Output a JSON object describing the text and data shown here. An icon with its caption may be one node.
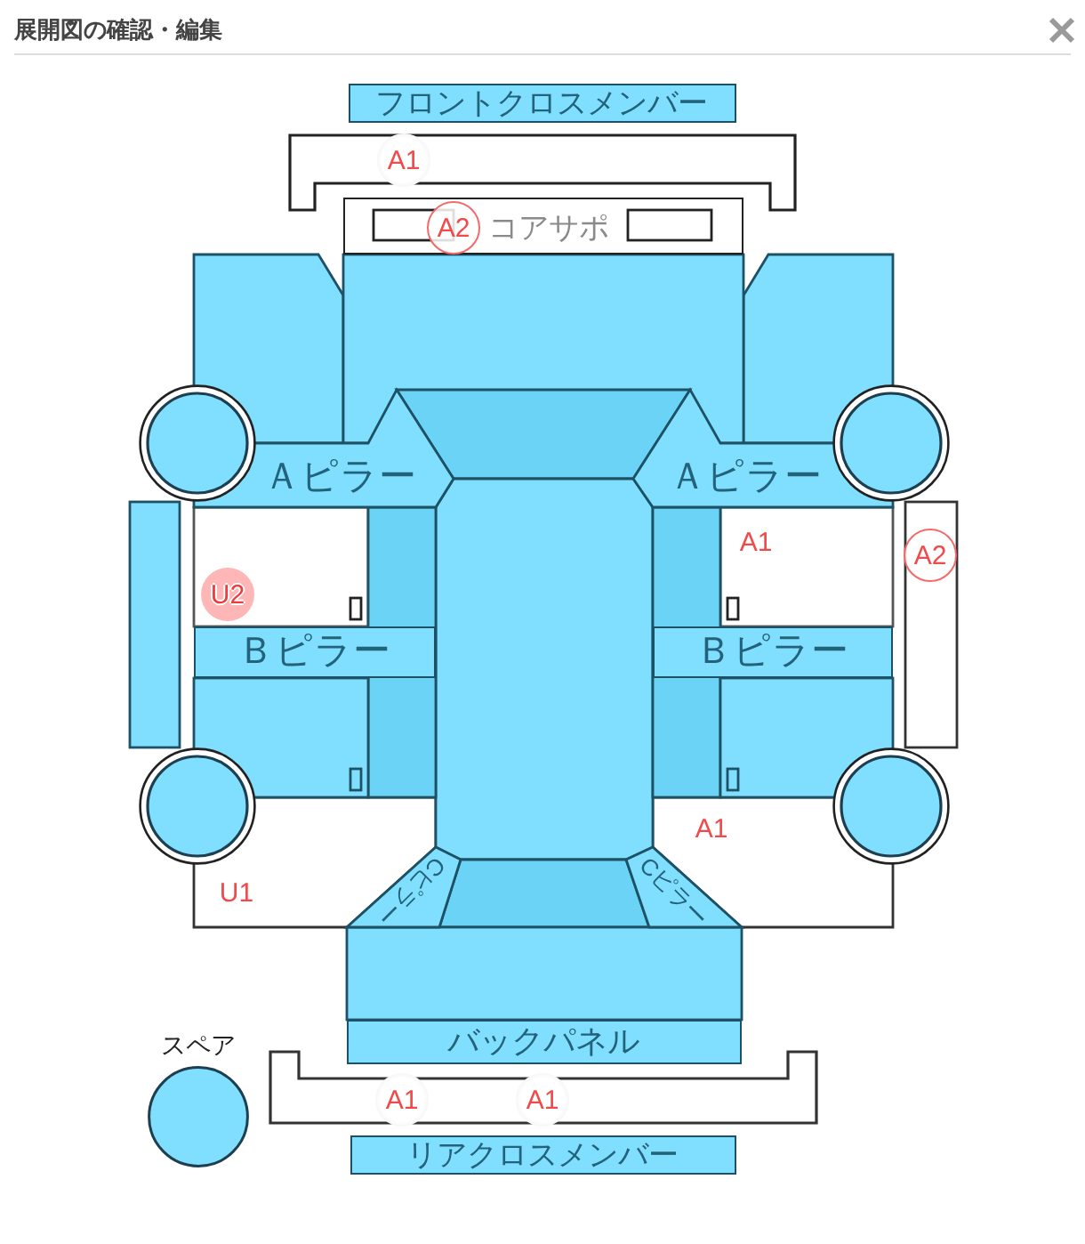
{
  "diagram": {
    "title": "展開図の確認・編集",
    "nodes": [
      {
        "text": [
          "フロントクロスメンバー"
        ]
      },
      {
        "text": [
          "コアサポ"
        ]
      },
      {
        "text": [],
        "shape": "circle"
      },
      {
        "text": [
          "Ａピラー"
        ]
      },
      {
        "text": [
          "Ａピラー"
        ]
      },
      {
        "text": [],
        "shape": "circle"
      },
      {
        "text": [
          "Ｂピラー"
        ]
      },
      {
        "text": [
          "Ｂピラー"
        ]
      },
      {
        "text": [],
        "shape": "circle"
      },
      {
        "text": [],
        "shape": "circle"
      },
      {
        "text": [
          "Cピラー"
        ]
      },
      {
        "text": [
          "Cピラー"
        ]
      },
      {
        "text": [
          "バックパネル"
        ]
      },
      {
        "text": [
          "スペア"
        ]
      },
      {
        "text": [
          "リアクロスメンバー"
        ]
      }
    ],
    "labels": [
      "A1",
      "A2",
      "A1",
      "A2",
      "U2",
      "A1",
      "U1",
      "A1",
      "A1"
    ]
  }
}
